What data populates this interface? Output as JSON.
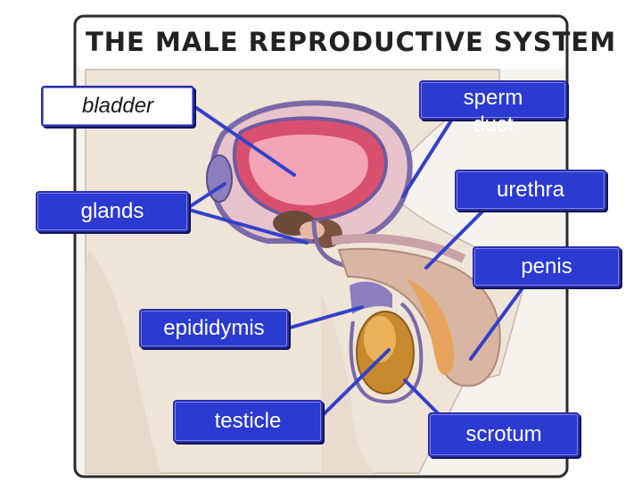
{
  "title": "THE MALE REPRODUCTIVE SYSTEM",
  "labels": {
    "bladder": "bladder",
    "sperm_duct": "sperm duct",
    "urethra": "urethra",
    "glands": "glands",
    "penis": "penis",
    "epididymis": "epididymis",
    "testicle": "testicle",
    "scrotum": "scrotum"
  },
  "colors": {
    "box_blue": "#2b3ad0",
    "box_border": "#2a2fa8",
    "leader_line": "#3341c8",
    "skin": "#efe6dc",
    "bladder_pink": "#e07a8e",
    "duct_purple": "#8a78b8"
  }
}
